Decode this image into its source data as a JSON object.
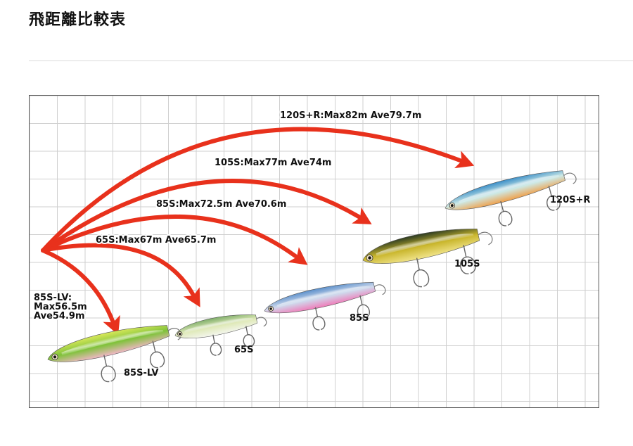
{
  "title": "飛距離比較表",
  "colors": {
    "arrow": "#e8311c",
    "grid": "#cfcfcf",
    "frame": "#555555"
  },
  "arrows": [
    {
      "label": "120S+R:Max82m Ave79.7m"
    },
    {
      "label": "105S:Max77m Ave74m"
    },
    {
      "label": "85S:Max72.5m Ave70.6m"
    },
    {
      "label": "65S:Max67m Ave65.7m"
    },
    {
      "label_lines": [
        "85S-LV:",
        "Max56.5m",
        "Ave54.9m"
      ]
    }
  ],
  "lures": [
    {
      "name": "85S-LV",
      "colors": [
        "#d8e85a",
        "#7fc23a",
        "#f2b7c8"
      ]
    },
    {
      "name": "65S",
      "colors": [
        "#7fae6a",
        "#dfe9b8",
        "#f4f6ee"
      ]
    },
    {
      "name": "85S",
      "colors": [
        "#5a8fcb",
        "#cfd9ec",
        "#f07cb9"
      ]
    },
    {
      "name": "105S",
      "colors": [
        "#2b3a22",
        "#c9b62c",
        "#f1e48a"
      ]
    },
    {
      "name": "120S+R",
      "colors": [
        "#3a8ec8",
        "#cde9e6",
        "#f0a04a"
      ]
    }
  ]
}
